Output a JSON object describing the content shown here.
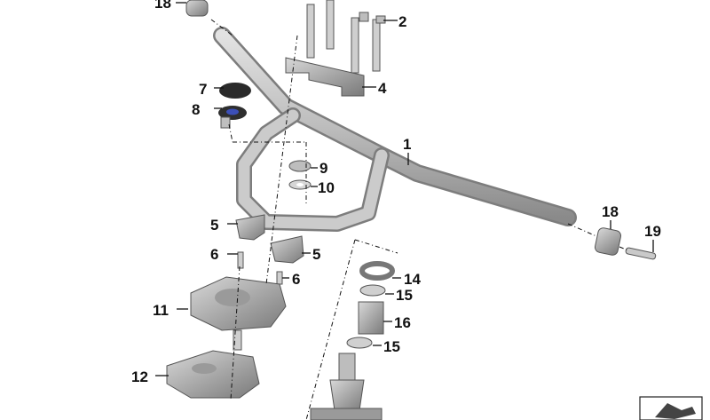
{
  "diagram": {
    "callouts": [
      {
        "id": "c1",
        "text": "1"
      },
      {
        "id": "c2",
        "text": "2"
      },
      {
        "id": "c4",
        "text": "4"
      },
      {
        "id": "c5a",
        "text": "5"
      },
      {
        "id": "c5b",
        "text": "5"
      },
      {
        "id": "c6a",
        "text": "6"
      },
      {
        "id": "c6b",
        "text": "6"
      },
      {
        "id": "c7",
        "text": "7"
      },
      {
        "id": "c8",
        "text": "8"
      },
      {
        "id": "c9",
        "text": "9"
      },
      {
        "id": "c10",
        "text": "10"
      },
      {
        "id": "c11",
        "text": "11"
      },
      {
        "id": "c12",
        "text": "12"
      },
      {
        "id": "c14",
        "text": "14"
      },
      {
        "id": "c15a",
        "text": "15"
      },
      {
        "id": "c15b",
        "text": "15"
      },
      {
        "id": "c16",
        "text": "16"
      },
      {
        "id": "c18a",
        "text": "18"
      },
      {
        "id": "c18b",
        "text": "18"
      },
      {
        "id": "c19",
        "text": "19"
      }
    ],
    "colors": {
      "metal_light": "#cfcfcf",
      "metal_mid": "#a8a8a8",
      "metal_dark": "#6e6e6e",
      "rubber": "#2a2a2a",
      "accent": "#3c4fb8"
    },
    "icons": [
      "catalog-thumbnail-icon"
    ]
  }
}
